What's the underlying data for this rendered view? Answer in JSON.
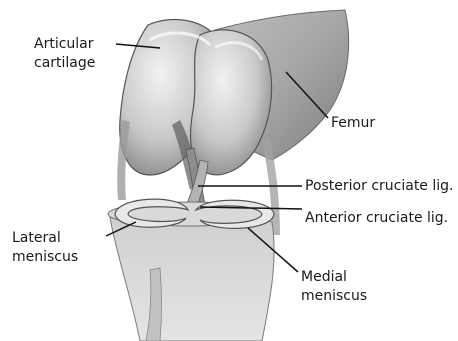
{
  "labels": {
    "articular_cartilage": [
      "Articular",
      "cartilage"
    ],
    "femur": "Femur",
    "posterior_cruciate": "Posterior cruciate lig.",
    "anterior_cruciate": "Anterior cruciate lig.",
    "lateral_meniscus": [
      "Lateral",
      "meniscus"
    ],
    "medial_meniscus": [
      "Medial",
      "meniscus"
    ]
  }
}
